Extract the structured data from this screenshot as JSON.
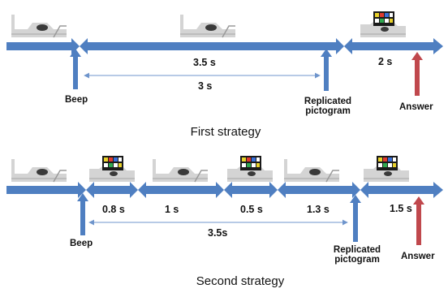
{
  "panel1": {
    "caption": "First strategy",
    "beep_label": "Beep",
    "replicated_label_line1": "Replicated",
    "replicated_label_line2": "pictogram",
    "answer_label": "Answer",
    "duration_total": "3.5 s",
    "duration_inner": "3 s",
    "duration_answer": "2 s"
  },
  "panel2": {
    "caption": "Second strategy",
    "beep_label": "Beep",
    "replicated_label_line1": "Replicated",
    "replicated_label_line2": "pictogram",
    "answer_label": "Answer",
    "segments": [
      "0.8 s",
      "1 s",
      "0.5 s",
      "1.3 s"
    ],
    "duration_total": "3.5s",
    "duration_answer": "1.5 s"
  },
  "colors": {
    "timeline_blue": "#4f7fc1",
    "thin_arrow": "#6f95cc",
    "answer_red": "#c0484d",
    "scene_gray": "#cfcfcf"
  }
}
